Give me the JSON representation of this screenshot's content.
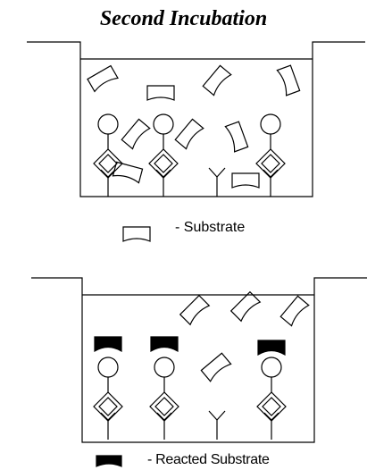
{
  "title": "Second Incubation",
  "legend": {
    "substrate": "- Substrate",
    "reacted_substrate": "- Reacted Substrate"
  }
}
